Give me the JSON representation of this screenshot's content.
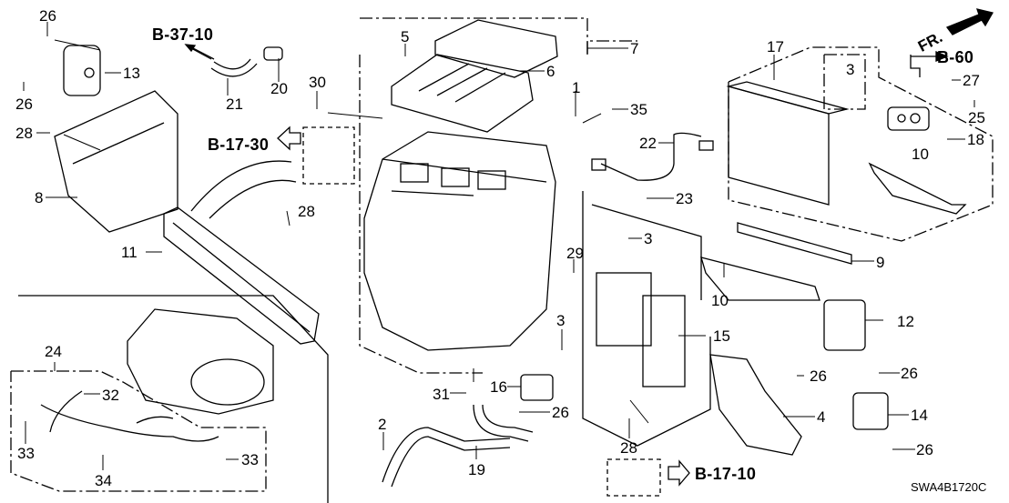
{
  "diagram": {
    "title": "Heater Unit parts diagram",
    "diagram_code": "SWA4B1720C",
    "direction_indicator": "FR.",
    "references": [
      {
        "id": "ref-b-37-10",
        "text": "B-37-10"
      },
      {
        "id": "ref-b-17-30",
        "text": "B-17-30"
      },
      {
        "id": "ref-b-60",
        "text": "B-60"
      },
      {
        "id": "ref-b-17-10",
        "text": "B-17-10"
      }
    ],
    "callouts": [
      {
        "text": "26"
      },
      {
        "text": "13"
      },
      {
        "text": "26"
      },
      {
        "text": "28"
      },
      {
        "text": "8"
      },
      {
        "text": "21"
      },
      {
        "text": "20"
      },
      {
        "text": "30"
      },
      {
        "text": "5"
      },
      {
        "text": "6"
      },
      {
        "text": "7"
      },
      {
        "text": "1"
      },
      {
        "text": "35"
      },
      {
        "text": "22"
      },
      {
        "text": "23"
      },
      {
        "text": "17"
      },
      {
        "text": "3"
      },
      {
        "text": "27"
      },
      {
        "text": "25"
      },
      {
        "text": "18"
      },
      {
        "text": "10"
      },
      {
        "text": "9"
      },
      {
        "text": "11"
      },
      {
        "text": "28"
      },
      {
        "text": "29"
      },
      {
        "text": "3"
      },
      {
        "text": "3"
      },
      {
        "text": "10"
      },
      {
        "text": "12"
      },
      {
        "text": "15"
      },
      {
        "text": "26"
      },
      {
        "text": "26"
      },
      {
        "text": "14"
      },
      {
        "text": "26"
      },
      {
        "text": "4"
      },
      {
        "text": "24"
      },
      {
        "text": "32"
      },
      {
        "text": "33"
      },
      {
        "text": "33"
      },
      {
        "text": "34"
      },
      {
        "text": "31"
      },
      {
        "text": "16"
      },
      {
        "text": "26"
      },
      {
        "text": "2"
      },
      {
        "text": "19"
      },
      {
        "text": "28"
      }
    ]
  }
}
